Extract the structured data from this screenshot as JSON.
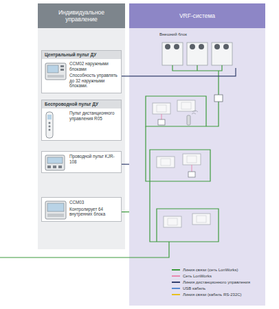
{
  "diagram": {
    "nodes": [
      {
        "text": [
          "Индивидуальное управление"
        ]
      },
      {
        "text": [
          "VRF-система"
        ]
      },
      {
        "text": [
          "Центральный пульт ДУ",
          "CCM02 наружными блоками",
          "Способность управлять до 32 наружными блоками."
        ],
        "in": 0
      },
      {
        "text": [
          "Беспроводной пульт ДУ",
          "Пульт дистанционного управления R05"
        ],
        "in": 0
      },
      {
        "text": [
          "Проводной пульт KJR-108"
        ],
        "in": 0
      },
      {
        "text": [
          "CCM03",
          "Контролирует 64 внутренних блока"
        ],
        "in": 0
      },
      {
        "text": [
          "Внешний блок"
        ],
        "in": 1
      }
    ],
    "edges": [
      {
        "from": 2,
        "to": 6,
        "arrow": "none"
      },
      {
        "from": 4,
        "to": 1,
        "arrow": "none"
      },
      {
        "from": 5,
        "to": 1,
        "arrow": "none"
      }
    ],
    "legend": [
      {
        "text": "Линия связи (сеть LonWorks)",
        "color": "#3c9a3c"
      },
      {
        "text": "Сеть LonWorks",
        "color": "#e88ab0"
      },
      {
        "text": "Линия дистанционного управления",
        "color": "#34406e"
      },
      {
        "text": "USB кабель",
        "color": "#5a8ad0"
      },
      {
        "text": "Линия связи (кабель RS-232C)",
        "color": "#e8c020"
      }
    ]
  }
}
